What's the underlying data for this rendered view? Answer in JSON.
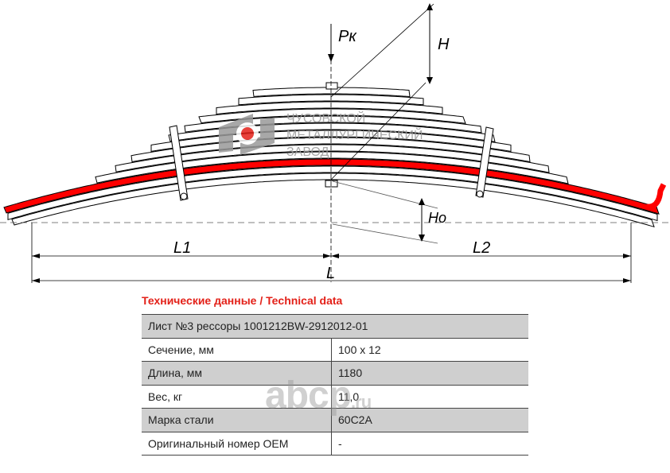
{
  "labels": {
    "pk": "Pк",
    "h": "H",
    "ho": "Ho",
    "l1": "L1",
    "l2": "L2",
    "l": "L"
  },
  "logo": {
    "line1": "ЧУСОВСКОЙ",
    "line2": "МЕТАЛЛУРГИЧЕСКИЙ",
    "line3": "ЗАВОД",
    "accent": "#e32119"
  },
  "table": {
    "title": "Технические данные / Technical data",
    "header": "Лист №3 рессоры 1001212BW-2912012-01",
    "rows": [
      {
        "label": "Сечение, мм",
        "value": "100 x 12"
      },
      {
        "label": "Длина, мм",
        "value": "1180"
      },
      {
        "label": "Вес, кг",
        "value": "11,0"
      },
      {
        "label": "Марка стали",
        "value": "60С2А"
      },
      {
        "label": "Оригинальный номер OEM",
        "value": "-"
      }
    ]
  },
  "watermark": {
    "main": "abcp",
    "suffix": ".ru"
  },
  "colors": {
    "highlight_leaf": "#ff0000",
    "table_gray": "#cfcfcf"
  }
}
